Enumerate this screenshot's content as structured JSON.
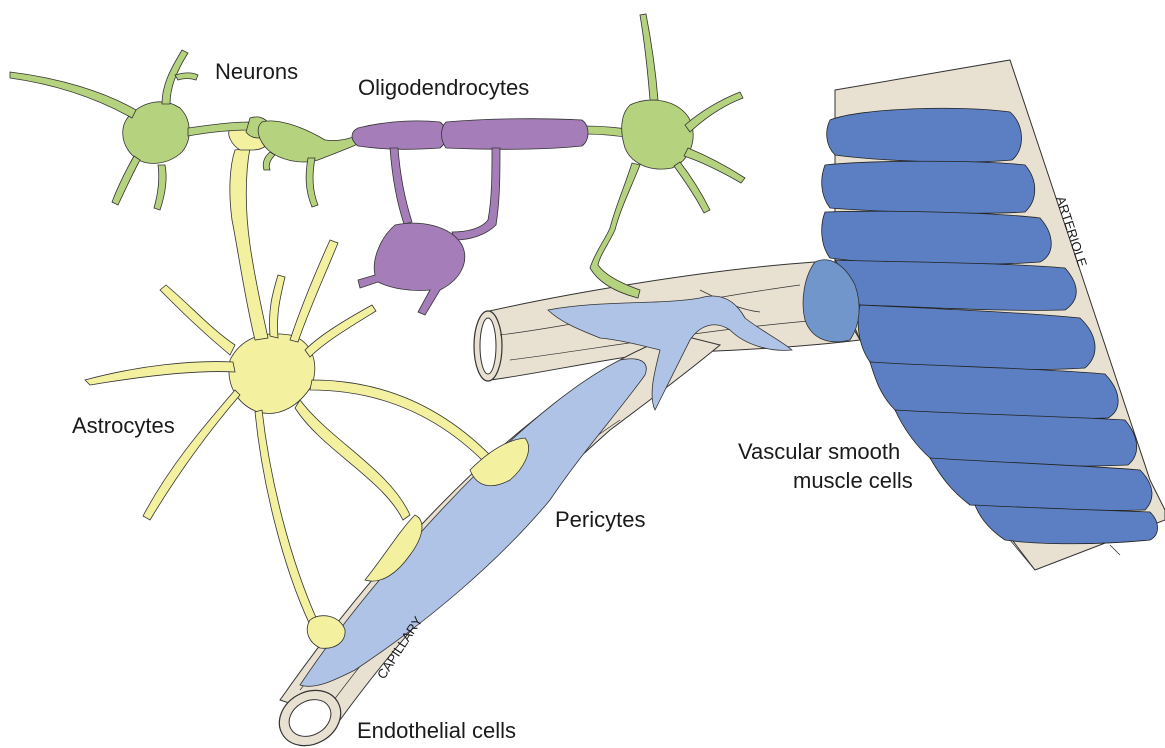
{
  "labels": {
    "neurons": "Neurons",
    "oligodendrocytes": "Oligodendrocytes",
    "astrocytes": "Astrocytes",
    "pericytes": "Pericytes",
    "vsmc_line1": "Vascular smooth",
    "vsmc_line2": "muscle cells",
    "endothelial": "Endothelial cells",
    "arteriole": "ARTERIOLE",
    "capillary": "CAPILLARY"
  },
  "colors": {
    "neuron": "#b5d27e",
    "oligodendrocyte": "#a57db8",
    "astrocyte": "#f3f1a0",
    "vessel": "#e8e0d0",
    "pericyte": "#aec3e6",
    "smooth_muscle": "#5b7fc2",
    "outline": "#333333"
  }
}
